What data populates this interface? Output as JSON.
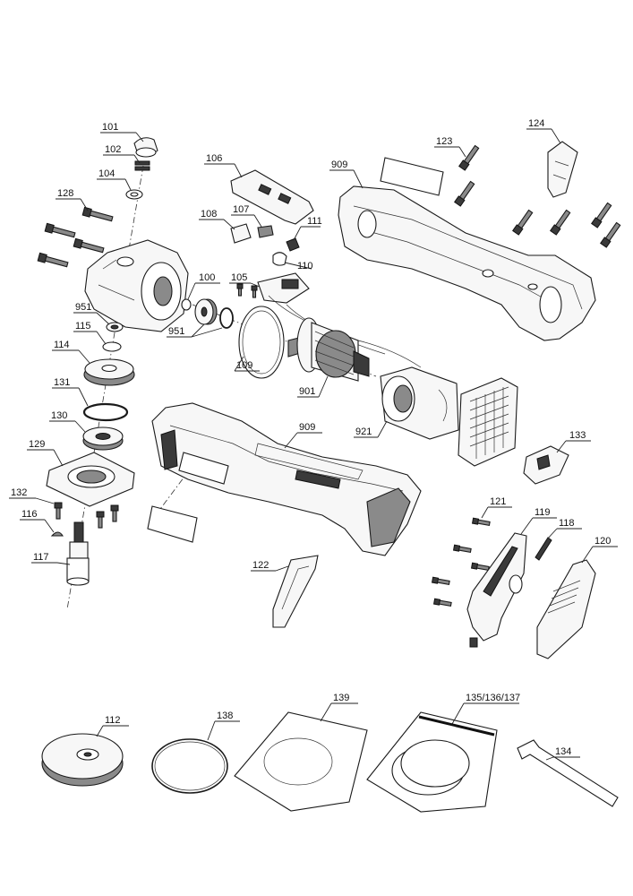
{
  "labels": {
    "p101": "101",
    "p102": "102",
    "p104": "104",
    "p106": "106",
    "p128": "128",
    "p108": "108",
    "p107": "107",
    "p111": "111",
    "p110": "110",
    "p909a": "909",
    "p123": "123",
    "p124": "124",
    "p100": "100",
    "p105": "105",
    "p951a": "951",
    "p951b": "951",
    "p115": "115",
    "p114": "114",
    "p109": "109",
    "p901": "901",
    "p131": "131",
    "p130": "130",
    "p921": "921",
    "p909b": "909",
    "p129": "129",
    "p133": "133",
    "p132": "132",
    "p116": "116",
    "p121": "121",
    "p119": "119",
    "p118": "118",
    "p120": "120",
    "p117": "117",
    "p122": "122",
    "p139": "139",
    "p135": "135/136/137",
    "p112": "112",
    "p138": "138",
    "p134": "134"
  },
  "colors": {
    "line": "#1a1a1a",
    "fill": "#f7f7f7",
    "dark": "#3a3a3a"
  }
}
